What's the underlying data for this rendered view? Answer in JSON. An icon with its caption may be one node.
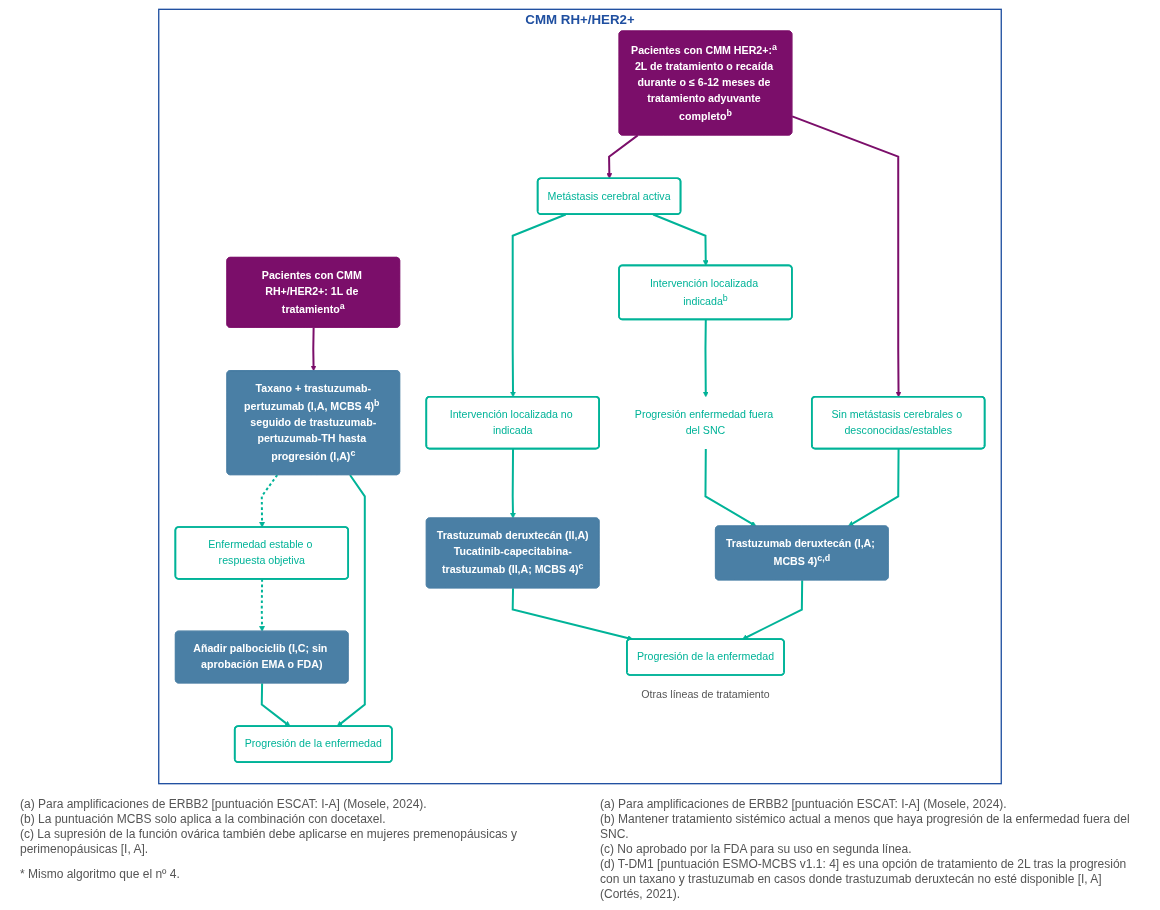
{
  "diagram": {
    "nodes": [
      {
        "text": [
          "CMM RH+/HER2+"
        ]
      },
      {
        "text": [
          "Pacientes con CMM RH+/HER2+: 1L de tratamiento$^{a}$"
        ],
        "in": 0
      },
      {
        "text": [
          "Taxano + trastuzumab-pertuzumab (I,A, MCBS 4)$^{b}$ seguido de trastuzumab-pertuzumab-TH hasta progresión (I,A)$^{c}$"
        ],
        "in": 0
      },
      {
        "text": [
          "Enfermedad estable o respuesta objetiva"
        ],
        "in": 0
      },
      {
        "text": [
          "Añadir palbociclib (I,C; sin aprobación EMA o FDA)"
        ],
        "in": 0
      },
      {
        "text": [
          "Progresión de la enfermedad"
        ],
        "in": 0
      },
      {
        "text": [
          "Pacientes con CMM HER2+:$^{a}$ 2L de tratamiento o recaída durante o ≤ 6-12 meses de tratamiento adyuvante completo$^{b}$"
        ],
        "in": 0
      },
      {
        "text": [
          "Metástasis cerebral activa"
        ],
        "in": 0
      },
      {
        "text": [
          "Sin metástasis cerebrales o desconocidas/estables"
        ],
        "in": 0
      },
      {
        "text": [
          "Intervención localizada no indicada"
        ],
        "in": 0
      },
      {
        "text": [
          "Intervención localizada indicada$^{b}$"
        ],
        "in": 0
      },
      {
        "text": [
          "Progresión enfermedad fuera del SNC"
        ],
        "in": 0
      },
      {
        "text": [
          "Trastuzumab deruxtecán (II,A)",
          "Tucatinib-capecitabina-trastuzumab (II,A; MCBS 4)$^{c}$"
        ],
        "in": 0
      },
      {
        "text": [
          "Trastuzumab deruxtecán (I,A; MCBS 4)$^{c,d}$"
        ],
        "in": 0
      },
      {
        "text": [
          "Progresión de la enfermedad"
        ],
        "in": 0,
        "beside": [
          "Otras líneas de tratamiento"
        ]
      }
    ],
    "edges": [
      {
        "from": 1,
        "to": 2,
        "arrow": "to",
        "color": "#7b0e6a"
      },
      {
        "from": 2,
        "to": 3,
        "arrow": "to",
        "style": "dashed"
      },
      {
        "from": 2,
        "to": 5,
        "arrow": "to"
      },
      {
        "from": 3,
        "to": 4,
        "arrow": "to",
        "style": "dashed"
      },
      {
        "from": 4,
        "to": 5,
        "arrow": "to"
      },
      {
        "from": 6,
        "to": 7,
        "arrow": "to",
        "color": "#7b0e6a"
      },
      {
        "from": 6,
        "to": 8,
        "arrow": "to",
        "color": "#7b0e6a"
      },
      {
        "from": 7,
        "to": 9,
        "arrow": "to"
      },
      {
        "from": 7,
        "to": 10,
        "arrow": "to"
      },
      {
        "from": 10,
        "to": 11,
        "arrow": "to"
      },
      {
        "from": 9,
        "to": 12,
        "arrow": "to"
      },
      {
        "from": 8,
        "to": 13,
        "arrow": "to"
      },
      {
        "from": 11,
        "to": 13,
        "arrow": "to"
      },
      {
        "from": 12,
        "to": 14,
        "arrow": "to"
      },
      {
        "from": 13,
        "to": 14,
        "arrow": "to"
      }
    ],
    "labels": [
      "(a) Para amplificaciones de ERBB2 [puntuación ESCAT: I-A] (Mosele, 2024).",
      "(b) La puntuación MCBS solo aplica a la combinación con docetaxel.",
      "(c) La supresión de la función ovárica también debe aplicarse en mujeres premenopáusicas y perimenopáusicas [I, A].",
      "* Mismo algoritmo que el nº 4.",
      "(a) Para amplificaciones de ERBB2 [puntuación ESCAT: I-A] (Mosele, 2024).",
      "(b) Mantener tratamiento sistémico actual a menos que haya progresión de la enfermedad fuera del SNC.",
      "(c) No aprobado por la FDA para su uso en segunda línea.",
      "(d) T-DM1 [puntuación ESMO-MCBS v1.1: 4] es una opción de tratamiento de 2L tras la progresión con un taxano y trastuzumab en casos donde trastuzumab deruxtecán no esté disponible [I, A] (Cortés, 2021)."
    ]
  }
}
